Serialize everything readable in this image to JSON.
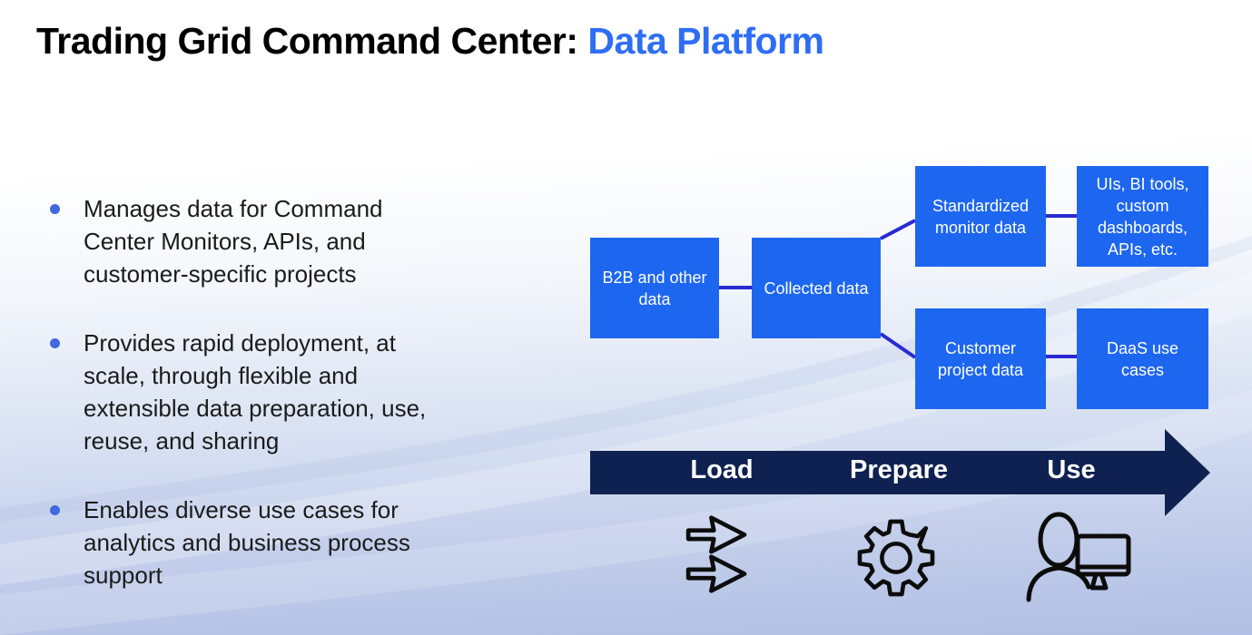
{
  "title": {
    "prefix": "Trading Grid Command Center: ",
    "highlight": "Data Platform"
  },
  "bullets": [
    {
      "text": "Manages data for Command\nCenter Monitors, APIs, and\ncustomer-specific projects"
    },
    {
      "text": "Provides rapid deployment, at\nscale, through flexible and\nextensible data preparation, use,\nreuse, and sharing"
    },
    {
      "text": "Enables diverse use cases for\nanalytics and business process\nsupport"
    }
  ],
  "diagram": {
    "boxes": [
      {
        "id": "b2b",
        "label": "B2B and other\ndata"
      },
      {
        "id": "collected",
        "label": "Collected data"
      },
      {
        "id": "standardized",
        "label": "Standardized\nmonitor data"
      },
      {
        "id": "uis",
        "label": "UIs, BI tools,\ncustom\ndashboards,\nAPIs, etc."
      },
      {
        "id": "customer",
        "label": "Customer\nproject data"
      },
      {
        "id": "daas",
        "label": "DaaS use\ncases"
      }
    ]
  },
  "process_arrow": {
    "steps": [
      "Load",
      "Prepare",
      "Use"
    ]
  },
  "icons": {
    "load": "double-arrow-right-icon",
    "prepare": "gear-icon",
    "use": "person-monitor-icon"
  },
  "colors": {
    "title_highlight": "#2e6ef5",
    "box_blue": "#1d66f0",
    "connector_indigo": "#2a2ad2",
    "arrow_navy": "#0f2150",
    "bullet_dot": "#4169dd",
    "background_bottom": "#b2bfe4"
  }
}
